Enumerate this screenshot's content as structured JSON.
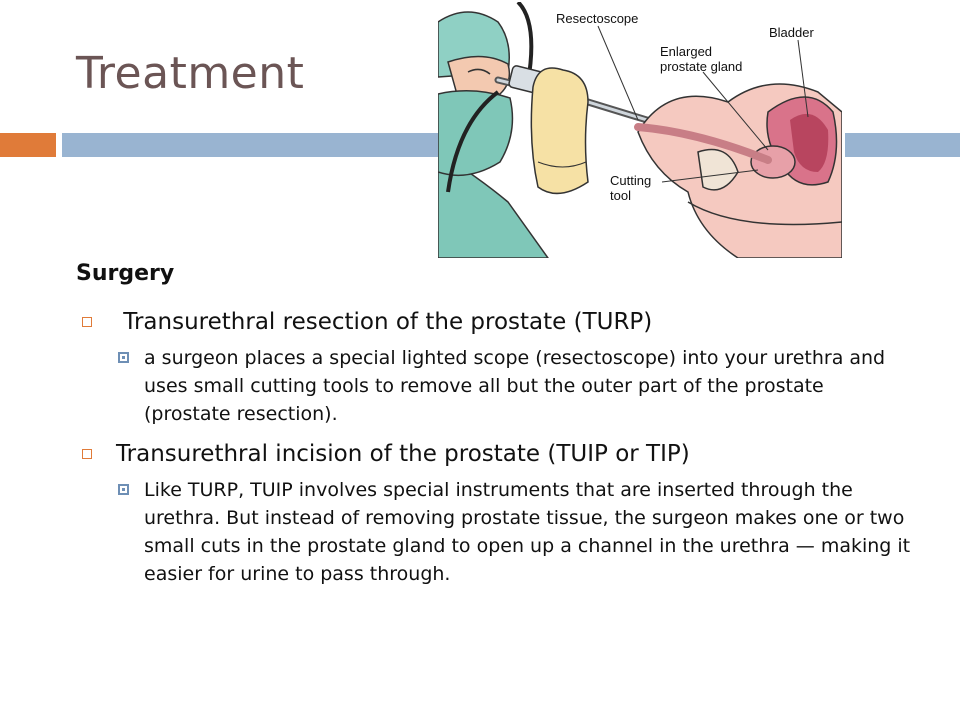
{
  "slide": {
    "title": "Treatment"
  },
  "illustration": {
    "labels": {
      "resectoscope": "Resectoscope",
      "bladder": "Bladder",
      "enlarged_line1": "Enlarged",
      "enlarged_line2": "prostate gland",
      "cutting_line1": "Cutting",
      "cutting_line2": "tool"
    }
  },
  "content": {
    "heading": "Surgery",
    "items": [
      {
        "text": " Transurethral resection of the prostate (TURP)",
        "sub": "a surgeon places a special lighted scope (resectoscope) into your urethra and uses small cutting tools to remove all but the outer part of the prostate (prostate resection)."
      },
      {
        "text": "Transurethral incision of the prostate (TUIP or TIP)",
        "sub": "Like TURP, TUIP involves special instruments that are inserted through the urethra. But instead of removing prostate tissue, the surgeon makes one or two small cuts in the prostate gland to open up a channel in the urethra — making it easier for urine to pass through."
      }
    ]
  },
  "colors": {
    "accent_orange": "#e07b39",
    "accent_blue": "#99b4d1",
    "title_color": "#6b5555"
  }
}
